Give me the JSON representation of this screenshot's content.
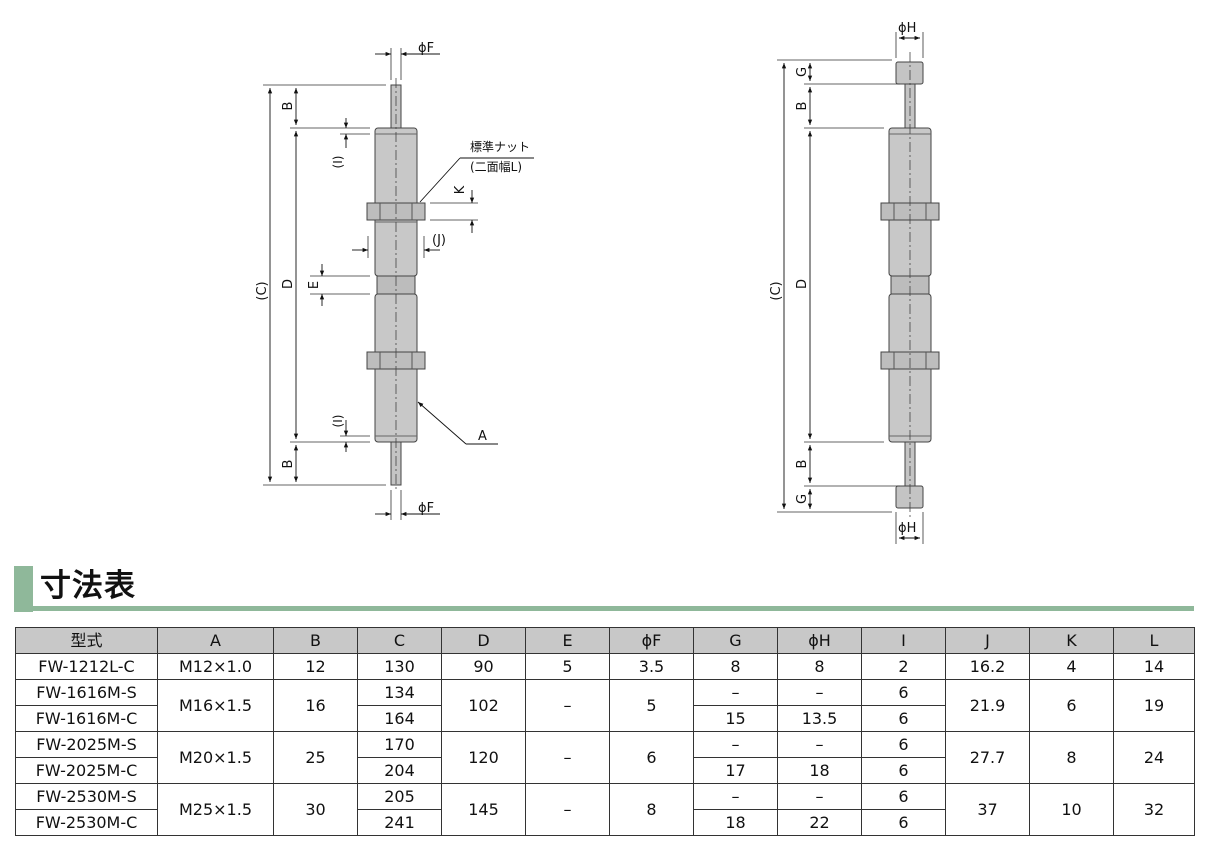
{
  "left_drawing": {
    "phiF_top": "ϕF",
    "phiF_bottom": "ϕF",
    "B_top": "B",
    "B_bottom": "B",
    "C": "(C)",
    "D": "D",
    "I_top": "(I)",
    "I_bottom": "(I)",
    "E": "E",
    "K": "K",
    "J": "(J)",
    "A": "A",
    "nut_label_1": "標準ナット",
    "nut_label_2": "(二面幅L)"
  },
  "right_drawing": {
    "phiH_top": "ϕH",
    "phiH_bottom": "ϕH",
    "G_top": "G",
    "G_bottom": "G",
    "B_top": "B",
    "B_bottom": "B",
    "C": "(C)",
    "D": "D"
  },
  "section": {
    "title": "寸法表"
  },
  "table": {
    "headers": [
      "型式",
      "A",
      "B",
      "C",
      "D",
      "E",
      "ϕF",
      "G",
      "ϕH",
      "I",
      "J",
      "K",
      "L"
    ],
    "rows": [
      [
        "FW-1212L-C",
        "M12×1.0",
        "12",
        "130",
        "90",
        "5",
        "3.5",
        "8",
        "8",
        "2",
        "16.2",
        "4",
        "14"
      ],
      [
        "FW-1616M-S",
        "M16×1.5",
        "16",
        "134",
        "102",
        "–",
        "5",
        "–",
        "–",
        "6",
        "21.9",
        "6",
        "19"
      ],
      [
        "FW-1616M-C",
        "",
        "",
        "164",
        "",
        "",
        "",
        "15",
        "13.5",
        "6",
        "",
        "",
        ""
      ],
      [
        "FW-2025M-S",
        "M20×1.5",
        "25",
        "170",
        "120",
        "–",
        "6",
        "–",
        "–",
        "6",
        "27.7",
        "8",
        "24"
      ],
      [
        "FW-2025M-C",
        "",
        "",
        "204",
        "",
        "",
        "",
        "17",
        "18",
        "6",
        "",
        "",
        ""
      ],
      [
        "FW-2530M-S",
        "M25×1.5",
        "30",
        "205",
        "145",
        "–",
        "8",
        "–",
        "–",
        "6",
        "37",
        "10",
        "32"
      ],
      [
        "FW-2530M-C",
        "",
        "",
        "241",
        "",
        "",
        "",
        "18",
        "22",
        "6",
        "",
        "",
        ""
      ]
    ]
  },
  "colors": {
    "accent": "#8fb89a",
    "header_bg": "#c8c8c8",
    "body_gray": "#c4c4c4",
    "nut_gray": "#bdbdbd"
  }
}
